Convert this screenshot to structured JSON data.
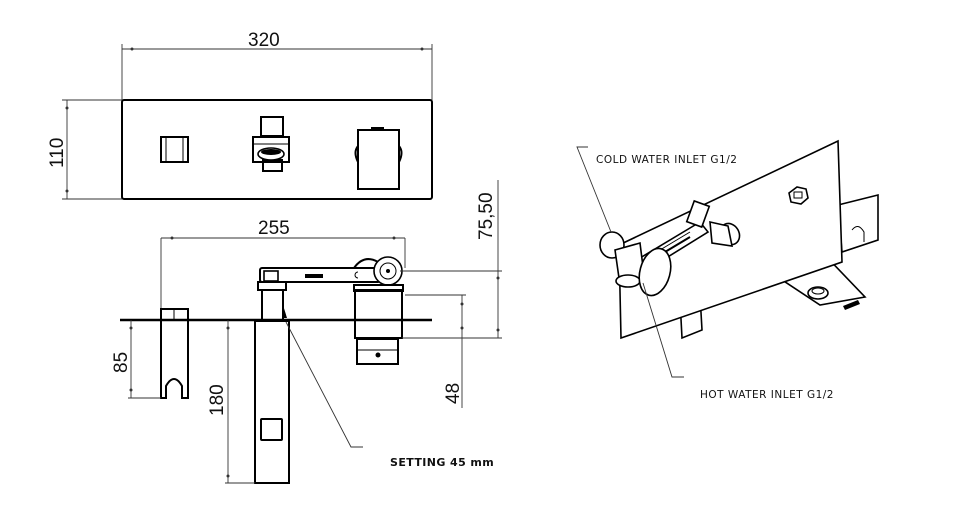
{
  "dimensions": {
    "plate_width": "320",
    "plate_height": "110",
    "spout_reach": "255",
    "handle_offset": "75,50",
    "cartridge_depth": "48",
    "holder_height": "85",
    "spout_length": "180"
  },
  "annotations": {
    "setting": "SETTING  45 mm",
    "cold_inlet": "COLD WATER INLET  G1/2",
    "hot_inlet": "HOT WATER INLET G1/2"
  }
}
